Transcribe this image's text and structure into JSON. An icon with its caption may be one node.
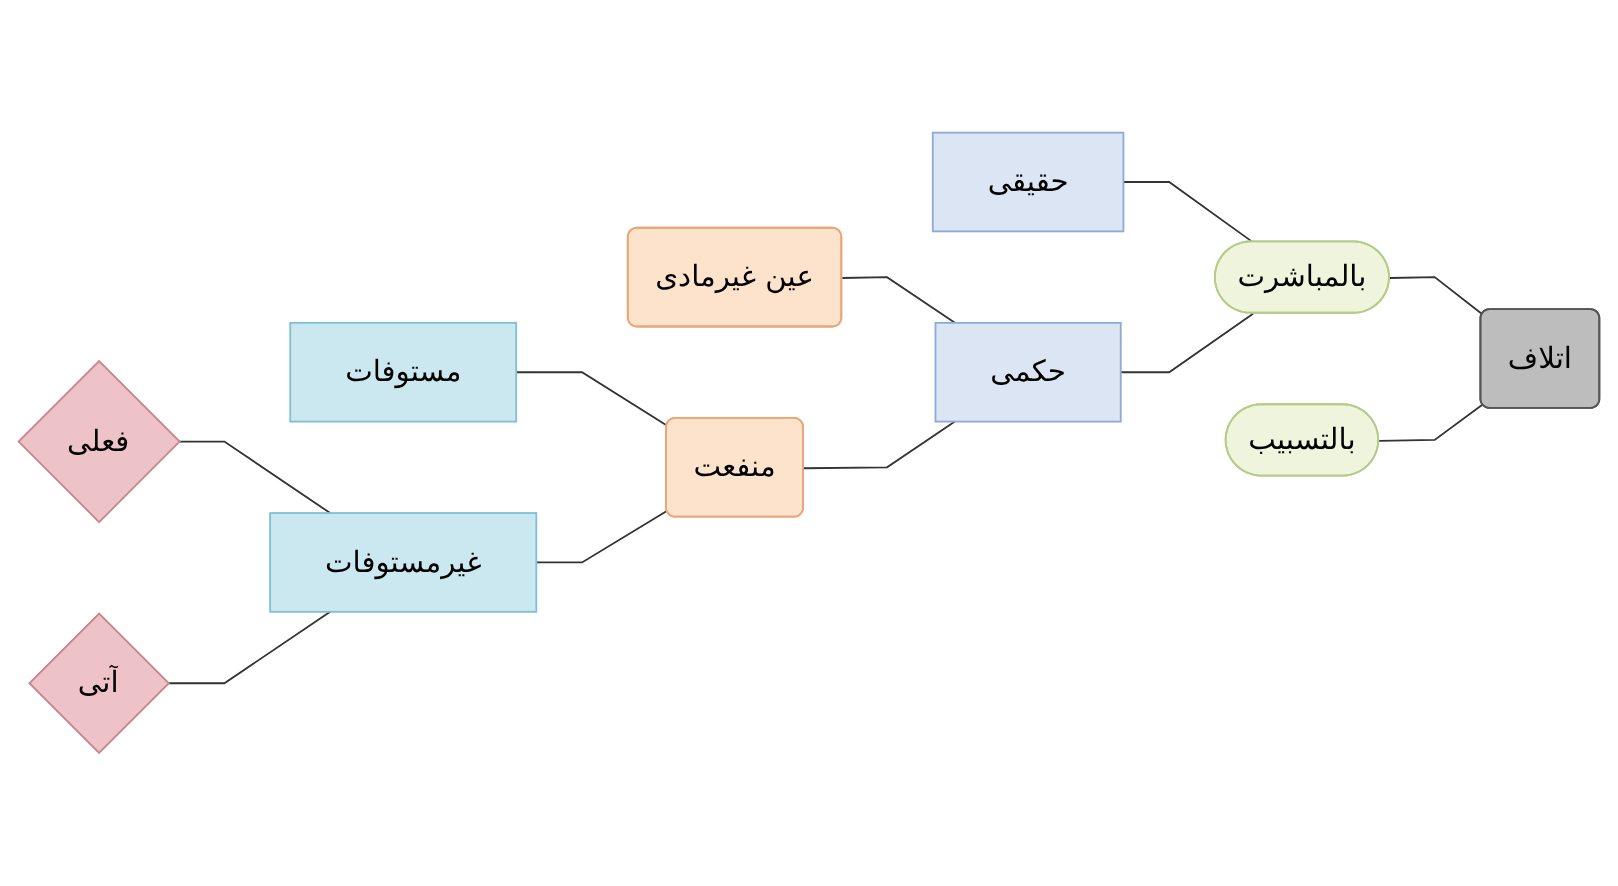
{
  "diagram": {
    "nodes": [
      {
        "text": [
          "اتلاف"
        ]
      },
      {
        "text": [
          "بالمباشرت"
        ]
      },
      {
        "text": [
          "بالتسبیب"
        ]
      },
      {
        "text": [
          "حقیقی"
        ]
      },
      {
        "text": [
          "حکمی"
        ]
      },
      {
        "text": [
          "عین غیرمادی"
        ]
      },
      {
        "text": [
          "منفعت"
        ]
      },
      {
        "text": [
          "مستوفات"
        ]
      },
      {
        "text": [
          "غیرمستوفات"
        ]
      },
      {
        "text": [
          "فعلی"
        ]
      },
      {
        "text": [
          "آتی"
        ]
      }
    ],
    "edges": [
      {
        "from": 0,
        "to": 1,
        "arrow": "none"
      },
      {
        "from": 0,
        "to": 2,
        "arrow": "none"
      },
      {
        "from": 1,
        "to": 3,
        "arrow": "none"
      },
      {
        "from": 1,
        "to": 4,
        "arrow": "none"
      },
      {
        "from": 4,
        "to": 5,
        "arrow": "none"
      },
      {
        "from": 4,
        "to": 6,
        "arrow": "none"
      },
      {
        "from": 6,
        "to": 7,
        "arrow": "none"
      },
      {
        "from": 6,
        "to": 8,
        "arrow": "none"
      },
      {
        "from": 8,
        "to": 9,
        "arrow": "none"
      },
      {
        "from": 8,
        "to": 10,
        "arrow": "none"
      }
    ]
  }
}
